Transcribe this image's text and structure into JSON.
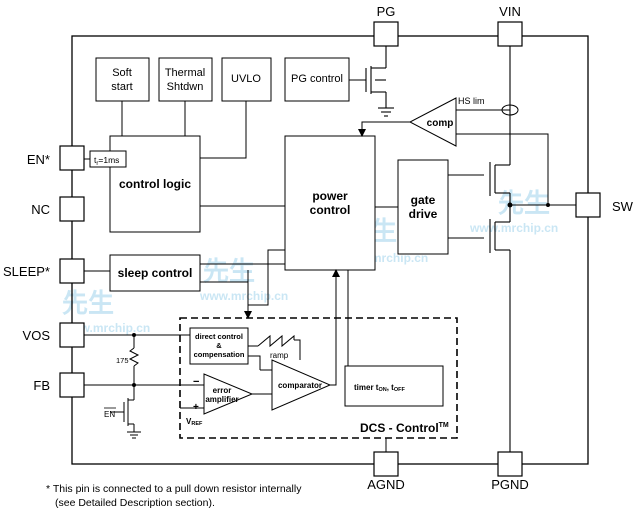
{
  "pins": {
    "pg": "PG",
    "vin": "VIN",
    "en": "EN*",
    "nc": "NC",
    "sleep": "SLEEP*",
    "vos": "VOS",
    "fb": "FB",
    "sw": "SW",
    "agnd": "AGND",
    "pgnd": "PGND"
  },
  "blocks": {
    "soft_start_1": "Soft",
    "soft_start_2": "start",
    "thermal_1": "Thermal",
    "thermal_2": "Shtdwn",
    "uvlo": "UVLO",
    "pg_control": "PG control",
    "tr": "t",
    "tr_sub": "r",
    "tr_val": "=1ms",
    "control_logic": "control logic",
    "power_control_1": "power",
    "power_control_2": "control",
    "gate_drive_1": "gate",
    "gate_drive_2": "drive",
    "sleep_control": "sleep control",
    "comp": "comp",
    "hs_lim": "HS lim",
    "direct_control_1": "direct control",
    "direct_control_2": "&",
    "direct_control_3": "compensation",
    "ramp": "ramp",
    "comparator": "comparator",
    "error_amp_1": "error",
    "error_amp_2": "amplifier",
    "vref": "V",
    "vref_sub": "REF",
    "timer": "timer t",
    "timer_sub1": "ON",
    "timer_mid": ", t",
    "timer_sub2": "OFF",
    "dcs_control": "DCS - Control",
    "dcs_tm": "TM",
    "resistor": "175",
    "en_bar": "EN",
    "minus": "−",
    "plus": "+"
  },
  "footnote": {
    "line1": "* This pin is connected to a pull down resistor internally",
    "line2": "(see Detailed Description section)."
  },
  "watermark": {
    "brand": "先生",
    "url": "www.mrchip.cn"
  },
  "colors": {
    "line": "#000000",
    "watermark": "#9fd3ec"
  }
}
